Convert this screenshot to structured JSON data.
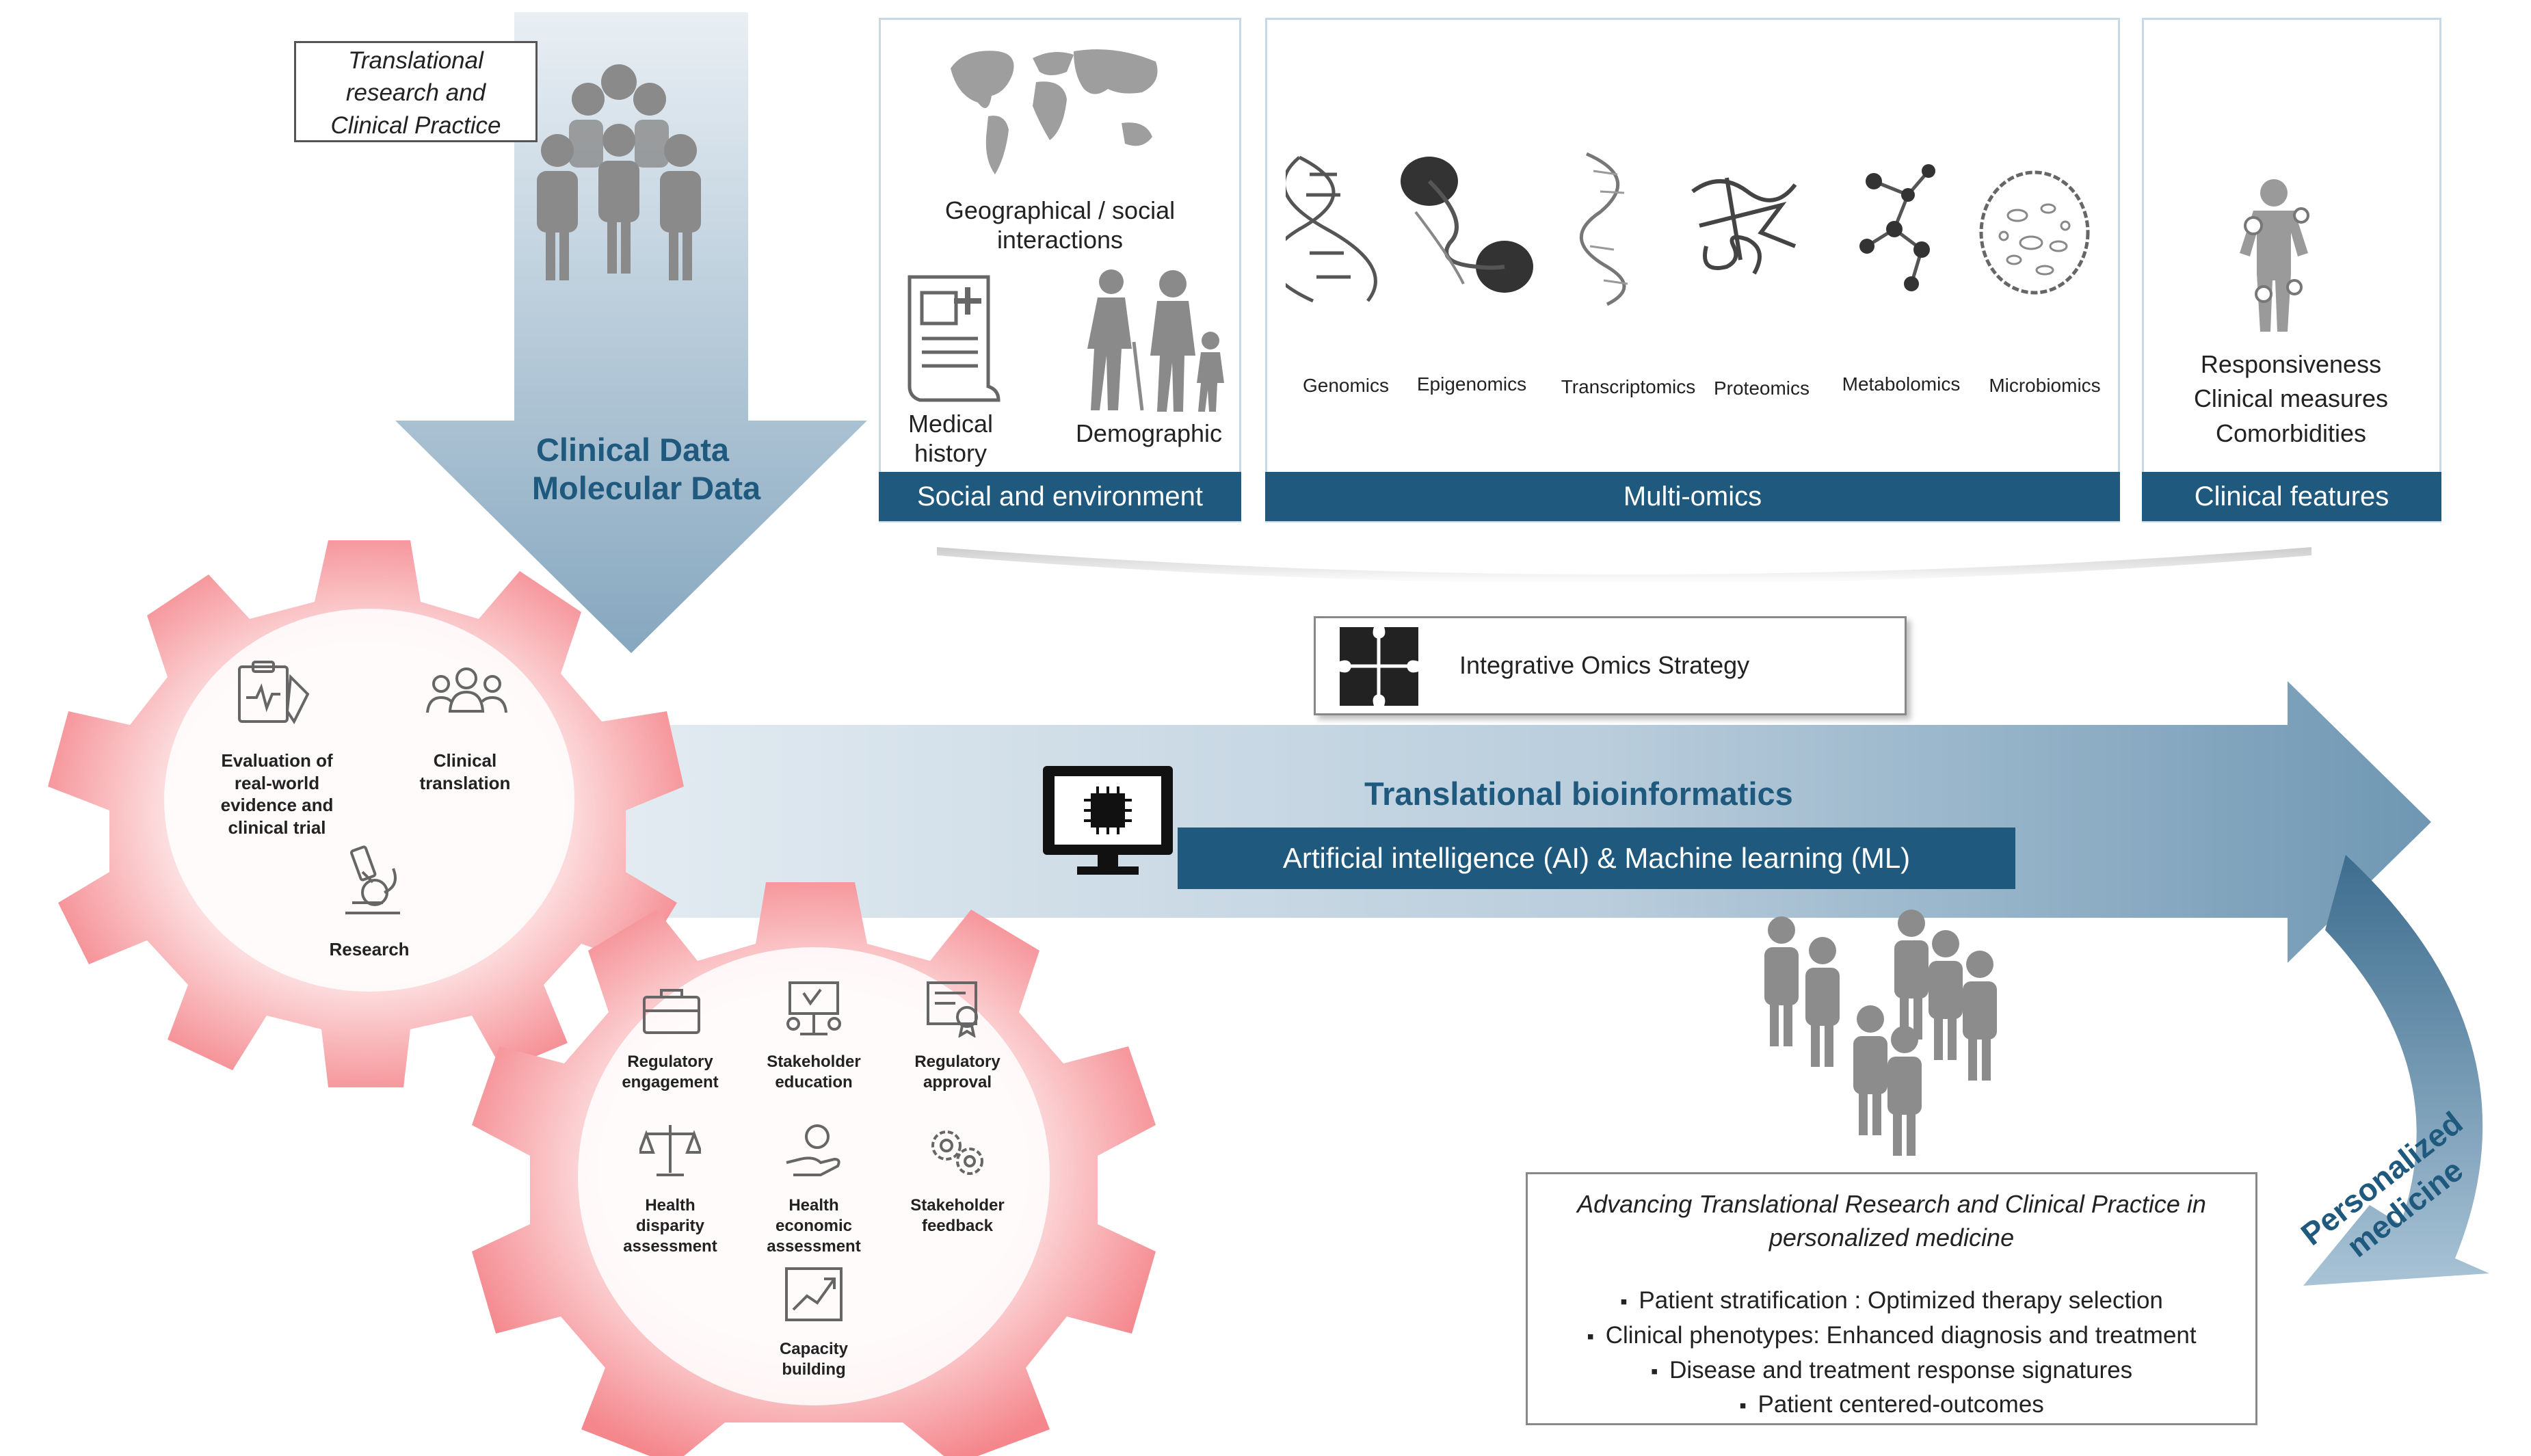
{
  "colors": {
    "dark_blue": "#1f5a7e",
    "arrow_light": "#dfe8ef",
    "arrow_mid": "#7ea3bd",
    "gear_pink": "#f4898e",
    "gear_light": "#fdeaea",
    "heading_blue": "#1f5a7e"
  },
  "top_left": {
    "title": "Translational research and Clinical Practice",
    "title_lines": [
      "Translational",
      "research and",
      "Clinical Practice"
    ],
    "people_icon": "group-people-icon"
  },
  "down_arrow": {
    "line1": "Clinical Data",
    "line2": "Molecular Data"
  },
  "panels": {
    "social": {
      "bar_label": "Social and environment",
      "geo_label_lines": [
        "Geographical / social",
        "interactions"
      ],
      "medical_label_lines": [
        "Medical",
        "history"
      ],
      "demographic_label": "Demographic",
      "icons": [
        "world-map-icon",
        "medical-document-icon",
        "family-icon"
      ]
    },
    "multiomics": {
      "bar_label": "Multi-omics",
      "items": [
        {
          "label": "Genomics",
          "icon": "dna-helix-icon"
        },
        {
          "label": "Epigenomics",
          "icon": "chromatin-icon"
        },
        {
          "label": "Transcriptomics",
          "icon": "rna-strand-icon"
        },
        {
          "label": "Proteomics",
          "icon": "protein-ribbon-icon"
        },
        {
          "label": "Metabolomics",
          "icon": "molecule-icon"
        },
        {
          "label": "Microbiomics",
          "icon": "microbe-cell-icon"
        }
      ]
    },
    "clinical": {
      "bar_label": "Clinical features",
      "lines": [
        "Responsiveness",
        "Clinical measures",
        "Comorbidities"
      ],
      "icon": "human-body-icon"
    }
  },
  "integrative": {
    "label": "Integrative Omics Strategy",
    "icon": "puzzle-icon"
  },
  "main_arrow": {
    "title": "Translational bioinformatics",
    "bar_label": "Artificial intelligence (AI) & Machine learning (ML)",
    "icon": "computer-chip-monitor-icon"
  },
  "personalized": {
    "label_lines": [
      "Personalized",
      "medicine"
    ]
  },
  "gear_top": {
    "items": [
      {
        "lines": [
          "Evaluation of",
          "real-world",
          "evidence and",
          "clinical trial"
        ],
        "icon": "clipboard-icon"
      },
      {
        "lines": [
          "Clinical",
          "translation"
        ],
        "icon": "team-icon"
      },
      {
        "lines": [
          "Research"
        ],
        "icon": "microscope-icon"
      }
    ]
  },
  "gear_bottom": {
    "items": [
      {
        "lines": [
          "Regulatory",
          "engagement"
        ],
        "icon": "briefcase-icon"
      },
      {
        "lines": [
          "Stakeholder",
          "education"
        ],
        "icon": "presentation-icon"
      },
      {
        "lines": [
          "Regulatory",
          "approval"
        ],
        "icon": "certificate-icon"
      },
      {
        "lines": [
          "Health",
          "disparity",
          "assessment"
        ],
        "icon": "scales-icon"
      },
      {
        "lines": [
          "Health",
          "economic",
          "assessment"
        ],
        "icon": "hand-coin-icon"
      },
      {
        "lines": [
          "Stakeholder",
          "feedback"
        ],
        "icon": "gears-icon"
      },
      {
        "lines": [
          "Capacity",
          "building"
        ],
        "icon": "growth-chart-icon"
      }
    ]
  },
  "outcomes": {
    "title_lines": [
      "Advancing Translational Research and Clinical Practice in",
      "personalized medicine"
    ],
    "bullets": [
      "Patient stratification : Optimized therapy selection",
      "Clinical phenotypes: Enhanced diagnosis and treatment",
      "Disease and treatment response signatures",
      "Patient centered-outcomes"
    ]
  }
}
